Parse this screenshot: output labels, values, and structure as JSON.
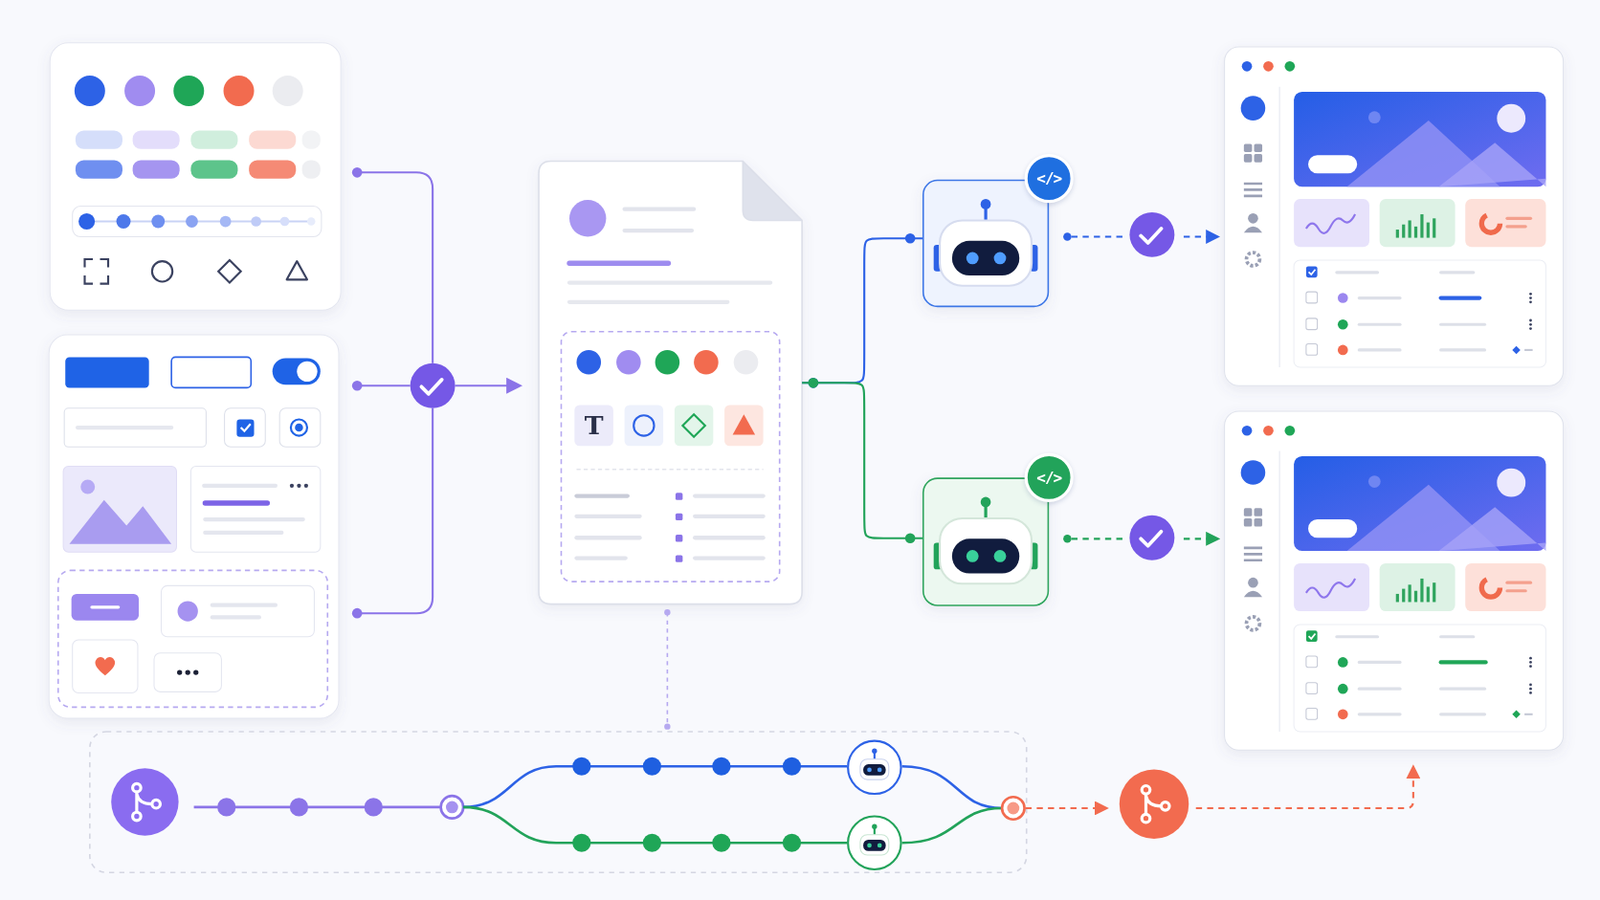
{
  "diagram": {
    "nodes": [
      {
        "text": [
          "T"
        ]
      },
      {
        "text": [
          "</>"
        ]
      },
      {
        "text": [
          "</>"
        ]
      }
    ],
    "edges": [
      {
        "from": 0,
        "to": 1,
        "arrow": "none"
      },
      {
        "from": 0,
        "to": 2,
        "arrow": "none"
      }
    ]
  }
}
